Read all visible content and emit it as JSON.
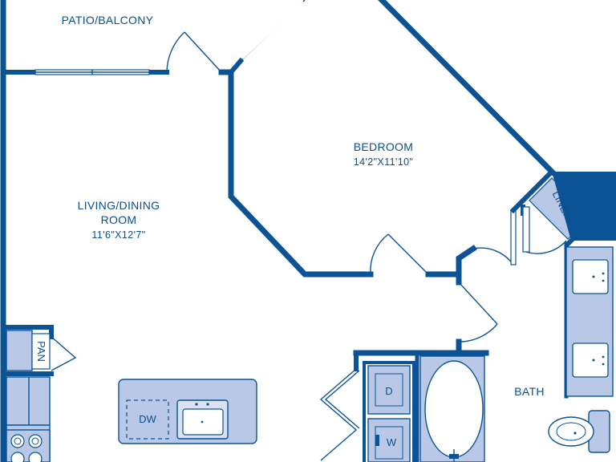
{
  "rooms": {
    "patio": {
      "name": "PATIO/BALCONY"
    },
    "bedroom": {
      "name": "BEDROOM",
      "dimensions": "14'2\"X11'10\""
    },
    "living": {
      "name_line1": "LIVING/DINING",
      "name_line2": "ROOM",
      "dimensions": "11'6\"X12'7\""
    },
    "bath": {
      "name": "BATH"
    }
  },
  "fixtures": {
    "linen": "LINEN",
    "pantry": "PAN",
    "dishwasher": "DW",
    "dryer": "D",
    "washer": "W"
  },
  "colors": {
    "wall": "#0b5394",
    "fixture_fill": "#b9c8e6",
    "label": "#0b4f8a"
  }
}
